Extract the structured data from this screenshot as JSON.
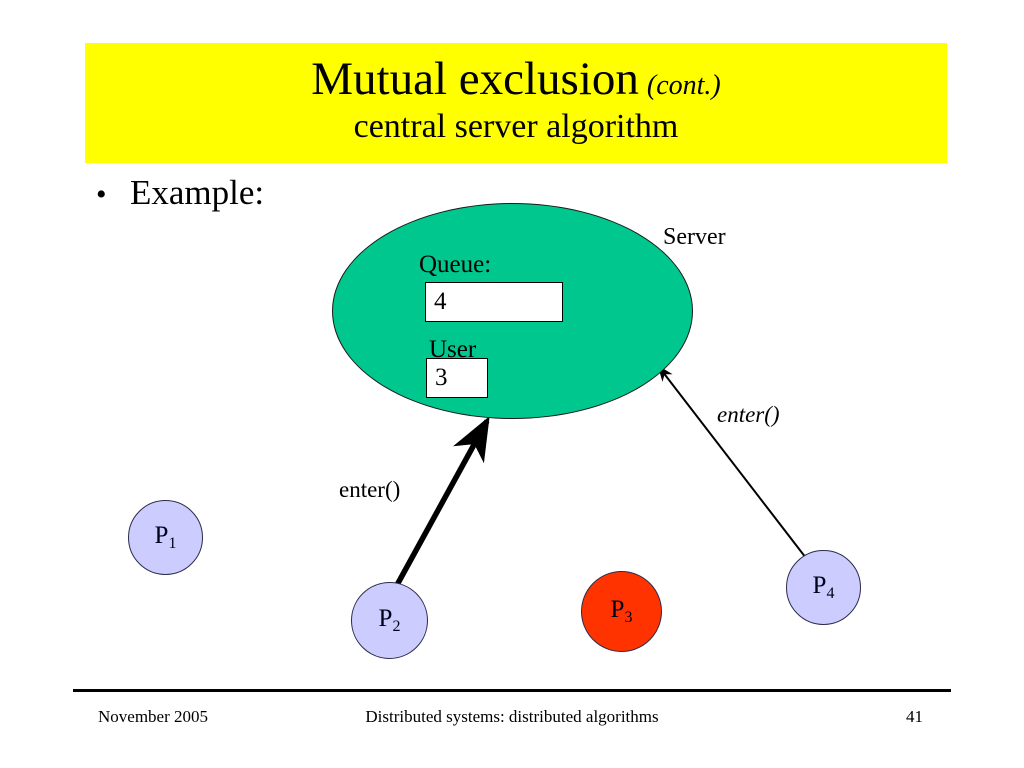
{
  "slide": {
    "title": {
      "main": "Mutual exclusion",
      "annotation": "(cont.)",
      "subtitle": "central server algorithm",
      "banner_color": "#ffff00"
    },
    "bullets": [
      {
        "marker": "•",
        "text": "Example:"
      }
    ],
    "diagram": {
      "server": {
        "label": "Server",
        "fill_color": "#00c78e",
        "fields": [
          {
            "name": "queue",
            "label": "Queue:",
            "value": "4"
          },
          {
            "name": "user",
            "label": "User",
            "value": "3"
          }
        ]
      },
      "processes": [
        {
          "id": "p1",
          "name": "P",
          "index": "1",
          "color": "#ccccff"
        },
        {
          "id": "p2",
          "name": "P",
          "index": "2",
          "color": "#ccccff"
        },
        {
          "id": "p3",
          "name": "P",
          "index": "3",
          "color": "#ff3300"
        },
        {
          "id": "p4",
          "name": "P",
          "index": "4",
          "color": "#ccccff"
        }
      ],
      "messages": [
        {
          "from": "p2",
          "to": "server",
          "label": "enter()",
          "style": "bold"
        },
        {
          "from": "p4",
          "to": "server",
          "label": "enter()",
          "style": "italic"
        }
      ]
    },
    "footer": {
      "date": "November 2005",
      "center": "Distributed systems: distributed algorithms",
      "page": "41"
    }
  }
}
